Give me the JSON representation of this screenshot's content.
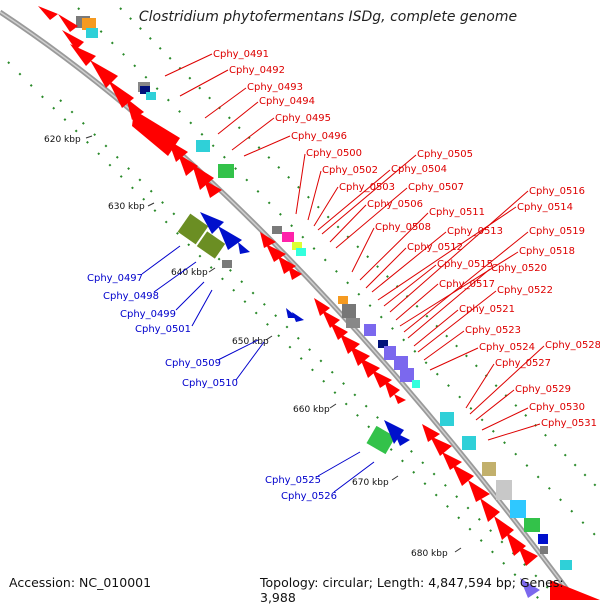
{
  "title": "Clostridium phytofermentans ISDg, complete genome",
  "footer": {
    "accession": "Accession: NC_010001",
    "topology": "Topology: circular; Length: 4,847,594 bp; Genes: 3,988"
  },
  "ticks": [
    "620 kbp",
    "630 kbp",
    "640 kbp",
    "650 kbp",
    "660 kbp",
    "670 kbp",
    "680 kbp"
  ],
  "colors": {
    "forward_label": "#dd0000",
    "reverse_label": "#0000cc",
    "cds": "#ff0000",
    "backbone": "#9a9a9a"
  },
  "labels_right": [
    "Cphy_0491",
    "Cphy_0492",
    "Cphy_0493",
    "Cphy_0494",
    "Cphy_0495",
    "Cphy_0496",
    "Cphy_0500",
    "Cphy_0502",
    "Cphy_0503",
    "Cphy_0504",
    "Cphy_0505",
    "Cphy_0506",
    "Cphy_0507",
    "Cphy_0508",
    "Cphy_0511",
    "Cphy_0512",
    "Cphy_0513",
    "Cphy_0514",
    "Cphy_0515",
    "Cphy_0516",
    "Cphy_0517",
    "Cphy_0518",
    "Cphy_0519",
    "Cphy_0520",
    "Cphy_0521",
    "Cphy_0522",
    "Cphy_0523",
    "Cphy_0524",
    "Cphy_0527",
    "Cphy_0528",
    "Cphy_0529",
    "Cphy_0530",
    "Cphy_0531"
  ],
  "labels_left": [
    "Cphy_0497",
    "Cphy_0498",
    "Cphy_0499",
    "Cphy_0501",
    "Cphy_0509",
    "Cphy_0510",
    "Cphy_0525",
    "Cphy_0526"
  ]
}
